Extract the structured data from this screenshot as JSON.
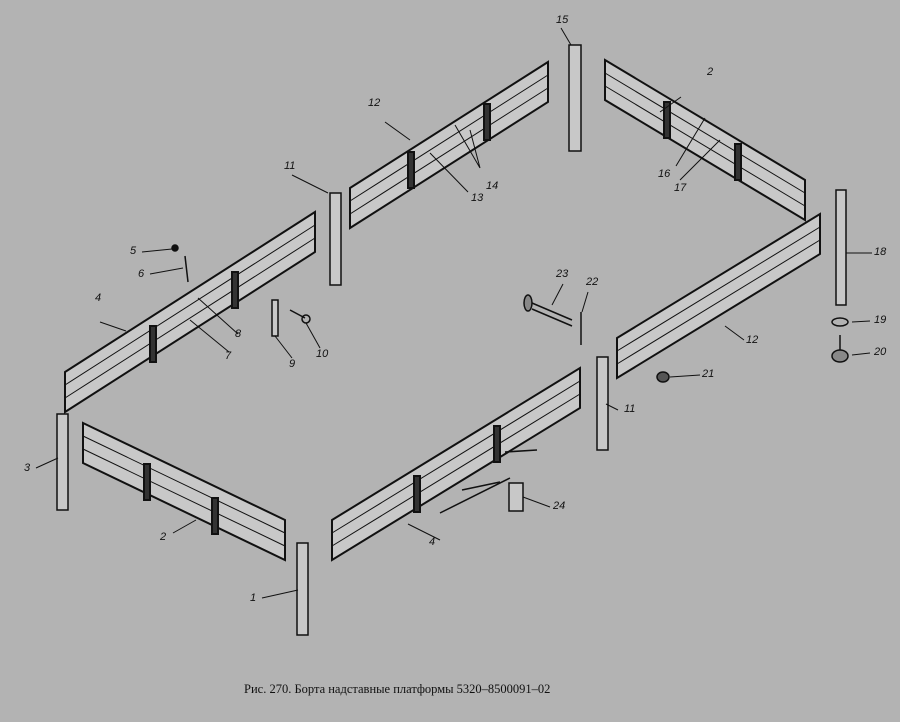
{
  "caption": "Рис. 270. Борта надставные платформы 5320–8500091–02",
  "labels": [
    "1",
    "2",
    "2",
    "3",
    "4",
    "4",
    "5",
    "6",
    "7",
    "8",
    "9",
    "10",
    "11",
    "11",
    "12",
    "12",
    "13",
    "14",
    "15",
    "16",
    "17",
    "18",
    "19",
    "20",
    "21",
    "22",
    "23",
    "24"
  ]
}
